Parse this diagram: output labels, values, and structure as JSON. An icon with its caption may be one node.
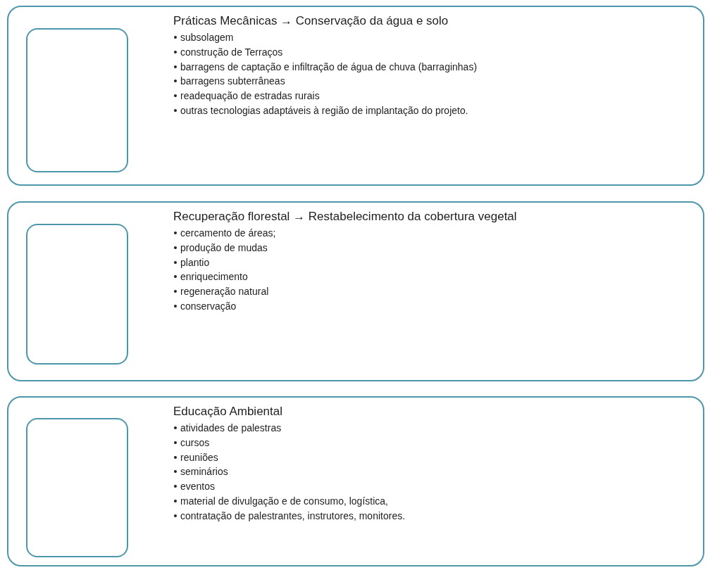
{
  "diagram": {
    "nodes": [
      {
        "text": [
          "Práticas Mecânicas → Conservação da água e solo",
          "subsolagem",
          "construção de Terraços",
          "barragens de captação e infiltração de água de chuva (barraginhas)",
          "barragens subterrâneas",
          "readequação de estradas rurais",
          "outras tecnologias adaptáveis à região de implantação do projeto."
        ]
      },
      {
        "text": [],
        "shape": "box",
        "in": 0
      },
      {
        "text": [
          "Recuperação florestal → Restabelecimento da cobertura vegetal",
          "cercamento de áreas;",
          "produção de mudas",
          "plantio",
          "enriquecimento",
          "regeneração natural",
          "conservação"
        ]
      },
      {
        "text": [],
        "shape": "box",
        "in": 2
      },
      {
        "text": [
          "Educação Ambiental",
          "atividades de palestras",
          "cursos",
          "reuniões",
          "seminários",
          "eventos",
          "material de divulgação  e de consumo, logística,",
          "contratação de palestrantes, instrutores, monitores."
        ]
      },
      {
        "text": [],
        "shape": "box",
        "in": 4
      }
    ]
  }
}
